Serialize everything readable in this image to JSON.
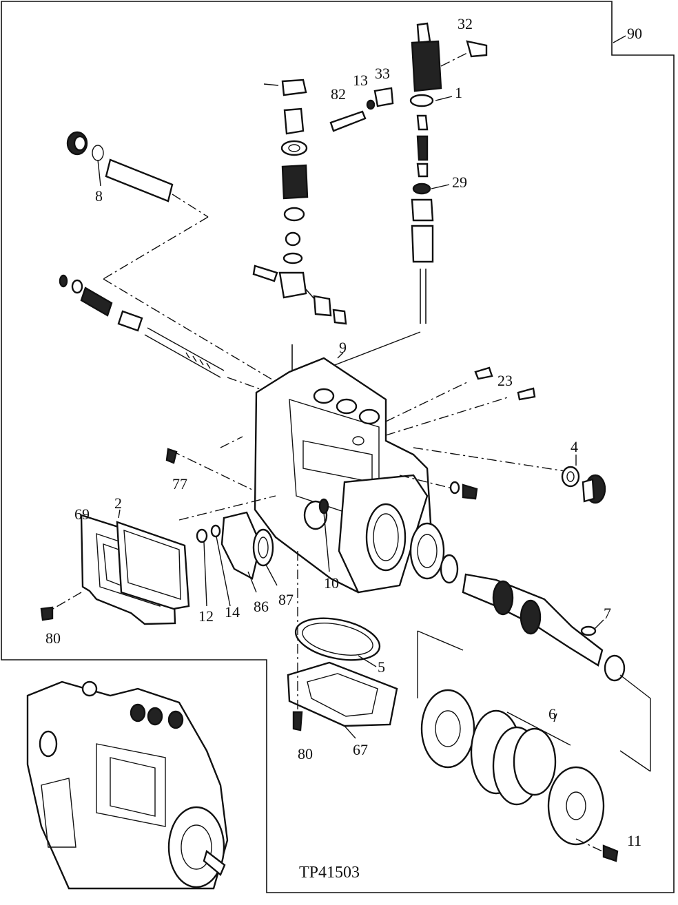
{
  "figure_code": "TP41503",
  "callouts": {
    "c90": "90",
    "c32": "32",
    "c33": "33",
    "c13": "13",
    "c82": "82",
    "c1": "1",
    "c29": "29",
    "c8": "8",
    "c9": "9",
    "c23": "23",
    "c4": "4",
    "c77": "77",
    "c69": "69",
    "c2": "2",
    "c12": "12",
    "c14": "14",
    "c86": "86",
    "c87": "87",
    "c10": "10",
    "c7": "7",
    "c80a": "80",
    "c5": "5",
    "c6": "6",
    "c80b": "80",
    "c67": "67",
    "c11": "11"
  }
}
